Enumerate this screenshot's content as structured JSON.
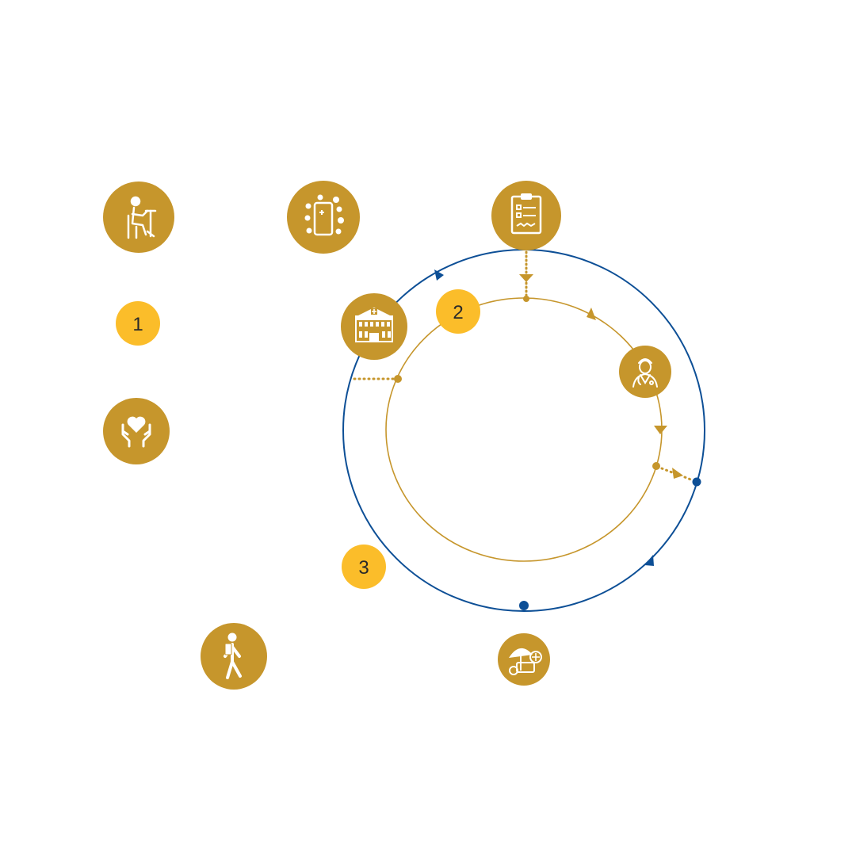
{
  "colors": {
    "icon_gold": "#c6962c",
    "badge_yellow": "#fbbd2a",
    "outer_ring": "#0d4f96",
    "inner_ring": "#c6962c",
    "icon_glyph": "#ffffff"
  },
  "badges": [
    "1",
    "2",
    "3"
  ],
  "icons": [
    "desk-worker-icon",
    "mobile-health-apps-icon",
    "medical-clipboard-icon",
    "hospital-icon",
    "doctor-icon",
    "caring-hands-heart-icon",
    "insurance-umbrella-icon",
    "walking-patient-icon"
  ]
}
